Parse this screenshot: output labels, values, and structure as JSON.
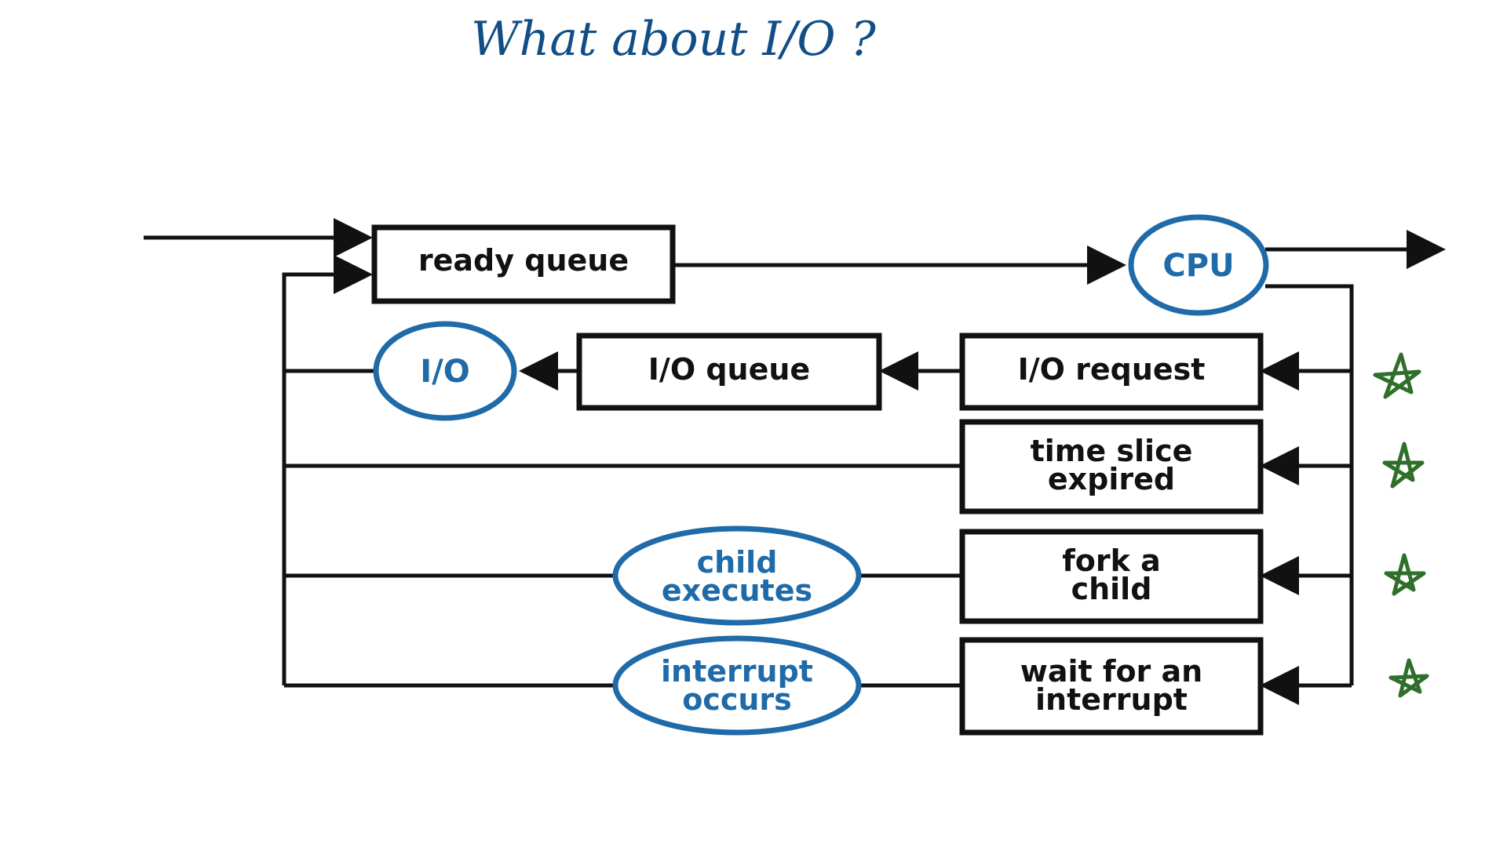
{
  "title": "What about I/O ?",
  "colors": {
    "background": "#ffffff",
    "line": "#111111",
    "box_stroke": "#111111",
    "oval_stroke": "#1f6aa8",
    "oval_text": "#1f6aa8",
    "title_ink": "#124e86",
    "star_ink": "#2f6f2a"
  },
  "nodes": {
    "ready_queue": {
      "label": "ready queue"
    },
    "cpu": {
      "label": "CPU"
    },
    "io": {
      "label": "I/O"
    },
    "io_queue": {
      "label": "I/O queue"
    },
    "io_request": {
      "label": "I/O request"
    },
    "time_slice": {
      "label_line1": "time slice",
      "label_line2": "expired"
    },
    "fork": {
      "label_line1": "fork a",
      "label_line2": "child"
    },
    "child_executes": {
      "label_line1": "child",
      "label_line2": "executes"
    },
    "wait_interrupt": {
      "label_line1": "wait for an",
      "label_line2": "interrupt"
    },
    "interrupt_occurs": {
      "label_line1": "interrupt",
      "label_line2": "occurs"
    }
  },
  "annotations": {
    "star_marks": [
      "star-icon",
      "star-icon",
      "star-icon",
      "star-icon"
    ]
  }
}
